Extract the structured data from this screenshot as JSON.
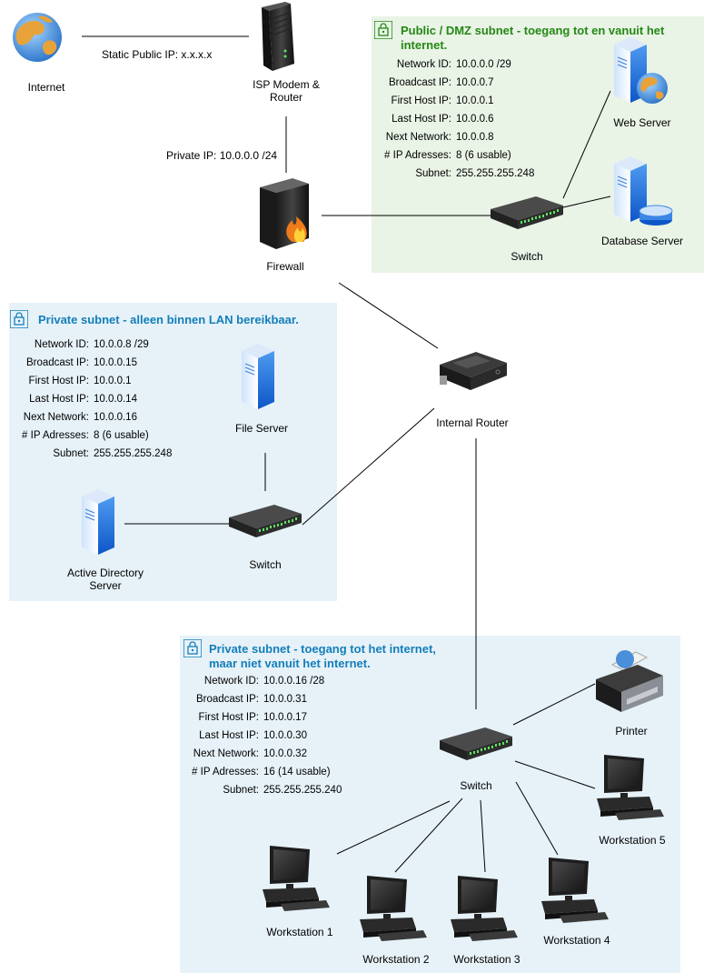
{
  "nodes": {
    "internet": "Internet",
    "isp_router": "ISP Modem &\nRouter",
    "firewall": "Firewall",
    "internal_router": "Internal Router",
    "web_server": "Web Server",
    "database_server": "Database Server",
    "dmz_switch": "Switch",
    "file_server": "File Server",
    "ad_server": "Active Directory\nServer",
    "lan_switch": "Switch",
    "office_switch": "Switch",
    "printer": "Printer",
    "workstations": [
      "Workstation 1",
      "Workstation 2",
      "Workstation 3",
      "Workstation 4",
      "Workstation 5"
    ]
  },
  "edge_labels": {
    "static_ip": "Static Public IP: x.x.x.x",
    "private_ip": "Private IP: 10.0.0.0 /24"
  },
  "zones": {
    "dmz": {
      "title": "Public / DMZ subnet - toegang tot en vanuit het internet.",
      "color": "#248814",
      "rows": [
        {
          "k": "Network ID:",
          "v": "10.0.0.0 /29"
        },
        {
          "k": "Broadcast IP:",
          "v": "10.0.0.7"
        },
        {
          "k": "First Host IP:",
          "v": "10.0.0.1"
        },
        {
          "k": "Last Host IP:",
          "v": "10.0.0.6"
        },
        {
          "k": "Next Network:",
          "v": "10.0.0.8"
        },
        {
          "k": "# IP Adresses:",
          "v": "8 (6 usable)"
        },
        {
          "k": "Subnet:",
          "v": "255.255.255.248"
        }
      ]
    },
    "lan": {
      "title": "Private subnet - alleen binnen LAN bereikbaar.",
      "color": "#147eba",
      "rows": [
        {
          "k": "Network ID:",
          "v": "10.0.0.8 /29"
        },
        {
          "k": "Broadcast IP:",
          "v": "10.0.0.15"
        },
        {
          "k": "First Host IP:",
          "v": "10.0.0.1"
        },
        {
          "k": "Last Host IP:",
          "v": "10.0.0.14"
        },
        {
          "k": "Next Network:",
          "v": "10.0.0.16"
        },
        {
          "k": "# IP Adresses:",
          "v": "8 (6 usable)"
        },
        {
          "k": "Subnet:",
          "v": "255.255.255.248"
        }
      ]
    },
    "office": {
      "title": "Private subnet - toegang tot het internet,\nmaar niet vanuit het internet.",
      "color": "#147eba",
      "rows": [
        {
          "k": "Network ID:",
          "v": "10.0.0.16 /28"
        },
        {
          "k": "Broadcast IP:",
          "v": "10.0.0.31"
        },
        {
          "k": "First Host IP:",
          "v": "10.0.0.17"
        },
        {
          "k": "Last Host IP:",
          "v": "10.0.0.30"
        },
        {
          "k": "Next Network:",
          "v": "10.0.0.32"
        },
        {
          "k": "# IP Adresses:",
          "v": "16 (14 usable)"
        },
        {
          "k": "Subnet:",
          "v": "255.255.255.240"
        }
      ]
    }
  }
}
